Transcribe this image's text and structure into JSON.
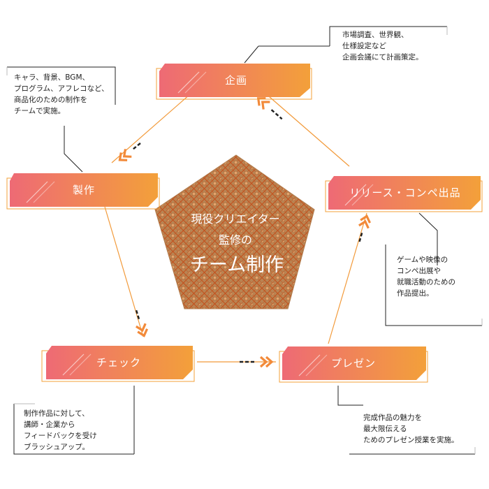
{
  "center": {
    "line1": "現役クリエイター",
    "line2": "監修の",
    "line3": "チーム制作"
  },
  "stages": {
    "planning": "企画",
    "production": "製作",
    "check": "チェック",
    "presentation": "プレゼン",
    "release": "リリース・コンペ出品"
  },
  "notes": {
    "planning": [
      "市場調査、世界観、",
      "仕様設定など",
      "企画会議にて計画策定。"
    ],
    "production": [
      "キャラ、背景、BGM、",
      "プログラム、アフレコなど、",
      "商品化のための制作を",
      "チームで実施。"
    ],
    "check": [
      "制作作品に対して、",
      "講師・企業から",
      "フィードバックを受け",
      "ブラッシュアップ。"
    ],
    "presentation": [
      "完成作品の魅力を",
      "最大限伝える",
      "ためのプレゼン授業を実施。"
    ],
    "release": [
      "ゲームや映像の",
      "コンペ出展や",
      "就職活動のための",
      "作品提出。"
    ]
  },
  "colors": {
    "gradient_start": "#ee6a75",
    "gradient_end": "#f3a03a",
    "frame": "#f3a03a",
    "pentagon_fill": "#b98352",
    "pentagon_pattern": "#c2521e",
    "connector_line": "#f29a3a",
    "chevron": "#f28a3a"
  }
}
